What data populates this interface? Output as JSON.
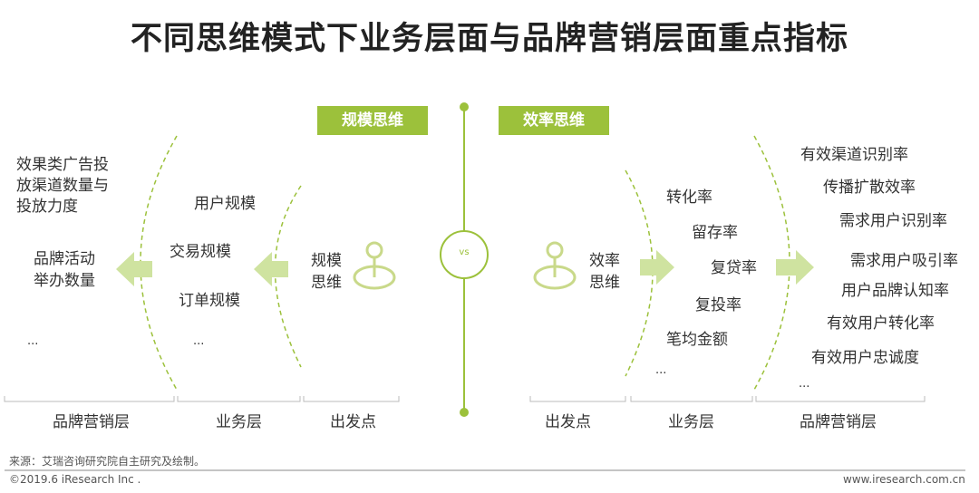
{
  "title": "不同思维模式下业务层面与品牌营销层面重点指标",
  "scale_tag": "规模思维",
  "efficiency_tag": "效率思维",
  "vs": "vs",
  "left": {
    "origin": [
      "规模",
      "思维"
    ],
    "business": [
      "用户规模",
      "交易规模",
      "订单规模",
      "..."
    ],
    "brand": {
      "item1": [
        "效果类广告投",
        "放渠道数量与",
        "投放力度"
      ],
      "item2": [
        "品牌活动",
        "举办数量"
      ],
      "more": "..."
    },
    "layers": [
      "品牌营销层",
      "业务层",
      "出发点"
    ]
  },
  "right": {
    "origin": [
      "效率",
      "思维"
    ],
    "business": [
      "转化率",
      "留存率",
      "复贷率",
      "复投率",
      "笔均金额",
      "..."
    ],
    "brand": [
      "有效渠道识别率",
      "传播扩散效率",
      "需求用户识别率",
      "需求用户吸引率",
      "用户品牌认知率",
      "有效用户转化率",
      "有效用户忠诚度",
      "..."
    ],
    "layers": [
      "出发点",
      "业务层",
      "品牌营销层"
    ]
  },
  "source": "来源：艾瑞咨询研究院自主研究及绘制。",
  "copyright": "©2019.6 iResearch Inc .",
  "website": "www.iresearch.com.cn",
  "colors": {
    "accent": "#9cc13b",
    "icon": "#c9d98a",
    "arrow": "#cfe3a0"
  }
}
